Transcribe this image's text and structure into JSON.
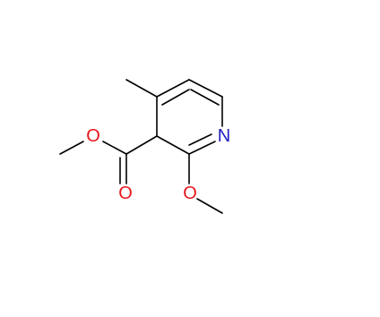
{
  "molecule": {
    "atoms": {
      "ring_nitrogen": "N",
      "ester_ether_oxygen": "O",
      "carbonyl_oxygen": "O",
      "methoxy_oxygen": "O"
    },
    "colors": {
      "bond": "#000000",
      "oxygen": "#e8141b",
      "nitrogen": "#1d1dbf",
      "background": "#ffffff"
    }
  }
}
